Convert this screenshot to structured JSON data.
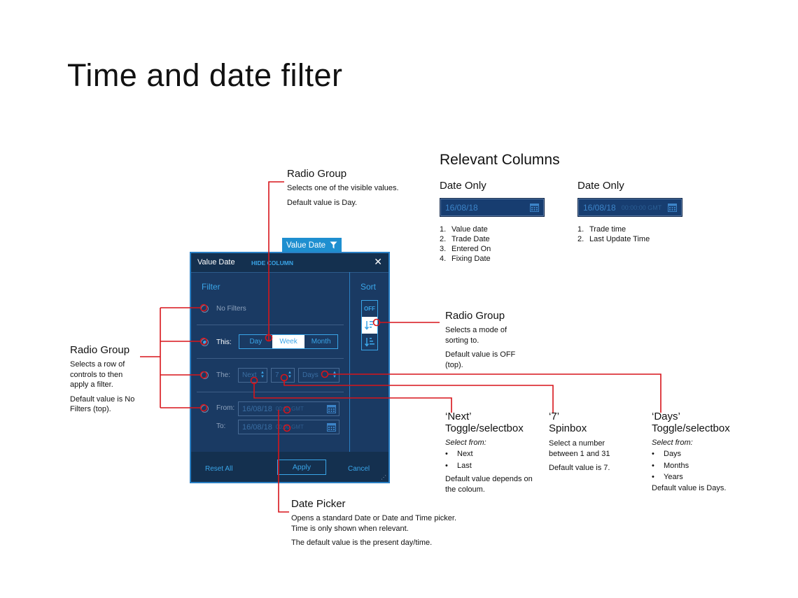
{
  "page_title": "Time and date filter",
  "relevant": {
    "title": "Relevant Columns",
    "groups": [
      {
        "heading": "Date Only",
        "date": "16/08/18",
        "time": "",
        "items": [
          "Value date",
          "Trade Date",
          "Entered On",
          "Fixing Date"
        ]
      },
      {
        "heading": "Date Only",
        "date": "16/08/18",
        "time": "00:00:00 GMT",
        "items": [
          "Trade time",
          "Last Update Time"
        ]
      }
    ]
  },
  "panel": {
    "tab_label": "Value Date",
    "header_title": "Value Date",
    "hide_column": "HIDE COLUMN",
    "close": "✕",
    "filter_label": "Filter",
    "sort_label": "Sort",
    "sort_off": "OFF",
    "no_filters": "No Filters",
    "this_label": "This:",
    "segments": [
      "Day",
      "Week",
      "Month"
    ],
    "selected_segment": "Week",
    "the_label": "The:",
    "next_value": "Next",
    "spin_value": "7",
    "days_value": "Days",
    "from_label": "From:",
    "to_label": "To:",
    "from_date": "16/08/18",
    "from_time": "00:00 GMT",
    "to_date": "16/08/18",
    "to_time": "00:00 GMT",
    "reset": "Reset All",
    "apply": "Apply",
    "cancel": "Cancel"
  },
  "annotations": {
    "radio_top": {
      "title": "Radio Group",
      "lines": [
        "Selects one of the visible values.",
        "Default value is Day."
      ]
    },
    "radio_left": {
      "title": "Radio Group",
      "text1": "Selects a row of controls to then apply a filter.",
      "text2": "Default value is No Filters (top)."
    },
    "radio_sort": {
      "title": "Radio Group",
      "text1": "Selects a mode of sorting to.",
      "text2": "Default value is OFF (top)."
    },
    "next": {
      "title1": "‘Next’",
      "title2": "Toggle/selectbox",
      "select_from": "Select from:",
      "options": [
        "Next",
        "Last"
      ],
      "note": "Default value depends on the coloum."
    },
    "seven": {
      "title1": "‘7’",
      "title2": "Spinbox",
      "text1": "Select a number between 1 and 31",
      "text2": "Default value is 7."
    },
    "days": {
      "title1": "‘Days’",
      "title2": "Toggle/selectbox",
      "select_from": "Select from:",
      "options": [
        "Days",
        "Months",
        "Years"
      ],
      "note": "Default value is Days."
    },
    "date_picker": {
      "title": "Date Picker",
      "text1": "Opens a standard Date or Date and Time picker. Time is only shown when relevant.",
      "text2": "The default value is the present day/time."
    }
  },
  "colors": {
    "annotation_line": "#d7141a",
    "panel_bg": "#1a3a63",
    "accent": "#3aa5e8"
  }
}
